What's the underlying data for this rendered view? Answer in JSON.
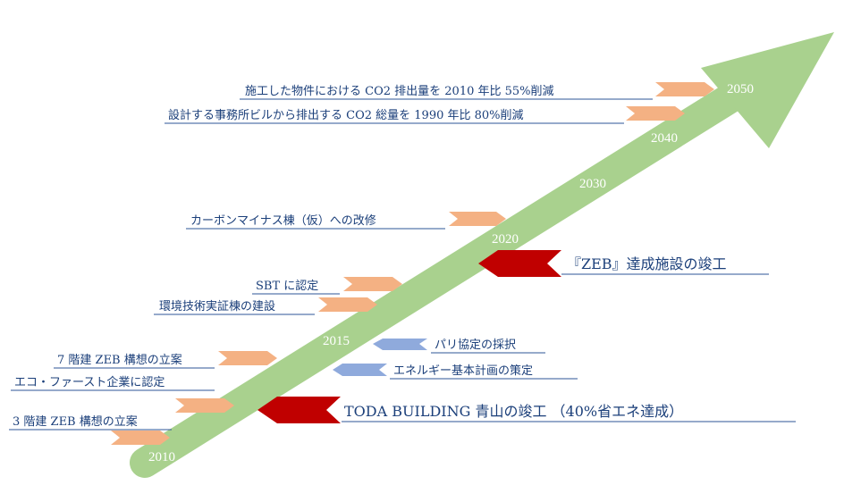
{
  "colors": {
    "arrow": "#a9d18e",
    "tag_orange": "#f4b183",
    "tag_blue": "#8faadc",
    "tag_red": "#c00000",
    "text": "#1b3f7a",
    "underline": "#2e5597",
    "year_text": "#ffffff"
  },
  "years": [
    "2010",
    "2015",
    "2020",
    "2030",
    "2040",
    "2050"
  ],
  "events": {
    "goal_2050": "施工した物件における CO2 排出量を 2010 年比 55%削減",
    "goal_2040": "設計する事務所ビルから排出する CO2 総量を 1990 年比 80%削減",
    "carbon_minus": "カーボンマイナス棟（仮）への改修",
    "zeb_complete": "『ZEB』達成施設の竣工",
    "sbt": "SBT に認定",
    "env_tech": "環境技術実証棟の建設",
    "paris": "パリ協定の採択",
    "energy_plan": "エネルギー基本計画の策定",
    "zeb7": "7 階建 ZEB 構想の立案",
    "eco_first": "エコ・ファースト企業に認定",
    "zeb3": "3 階建 ZEB 構想の立案",
    "toda_building": "TODA BUILDING 青山の竣工 （40%省エネ達成）"
  }
}
